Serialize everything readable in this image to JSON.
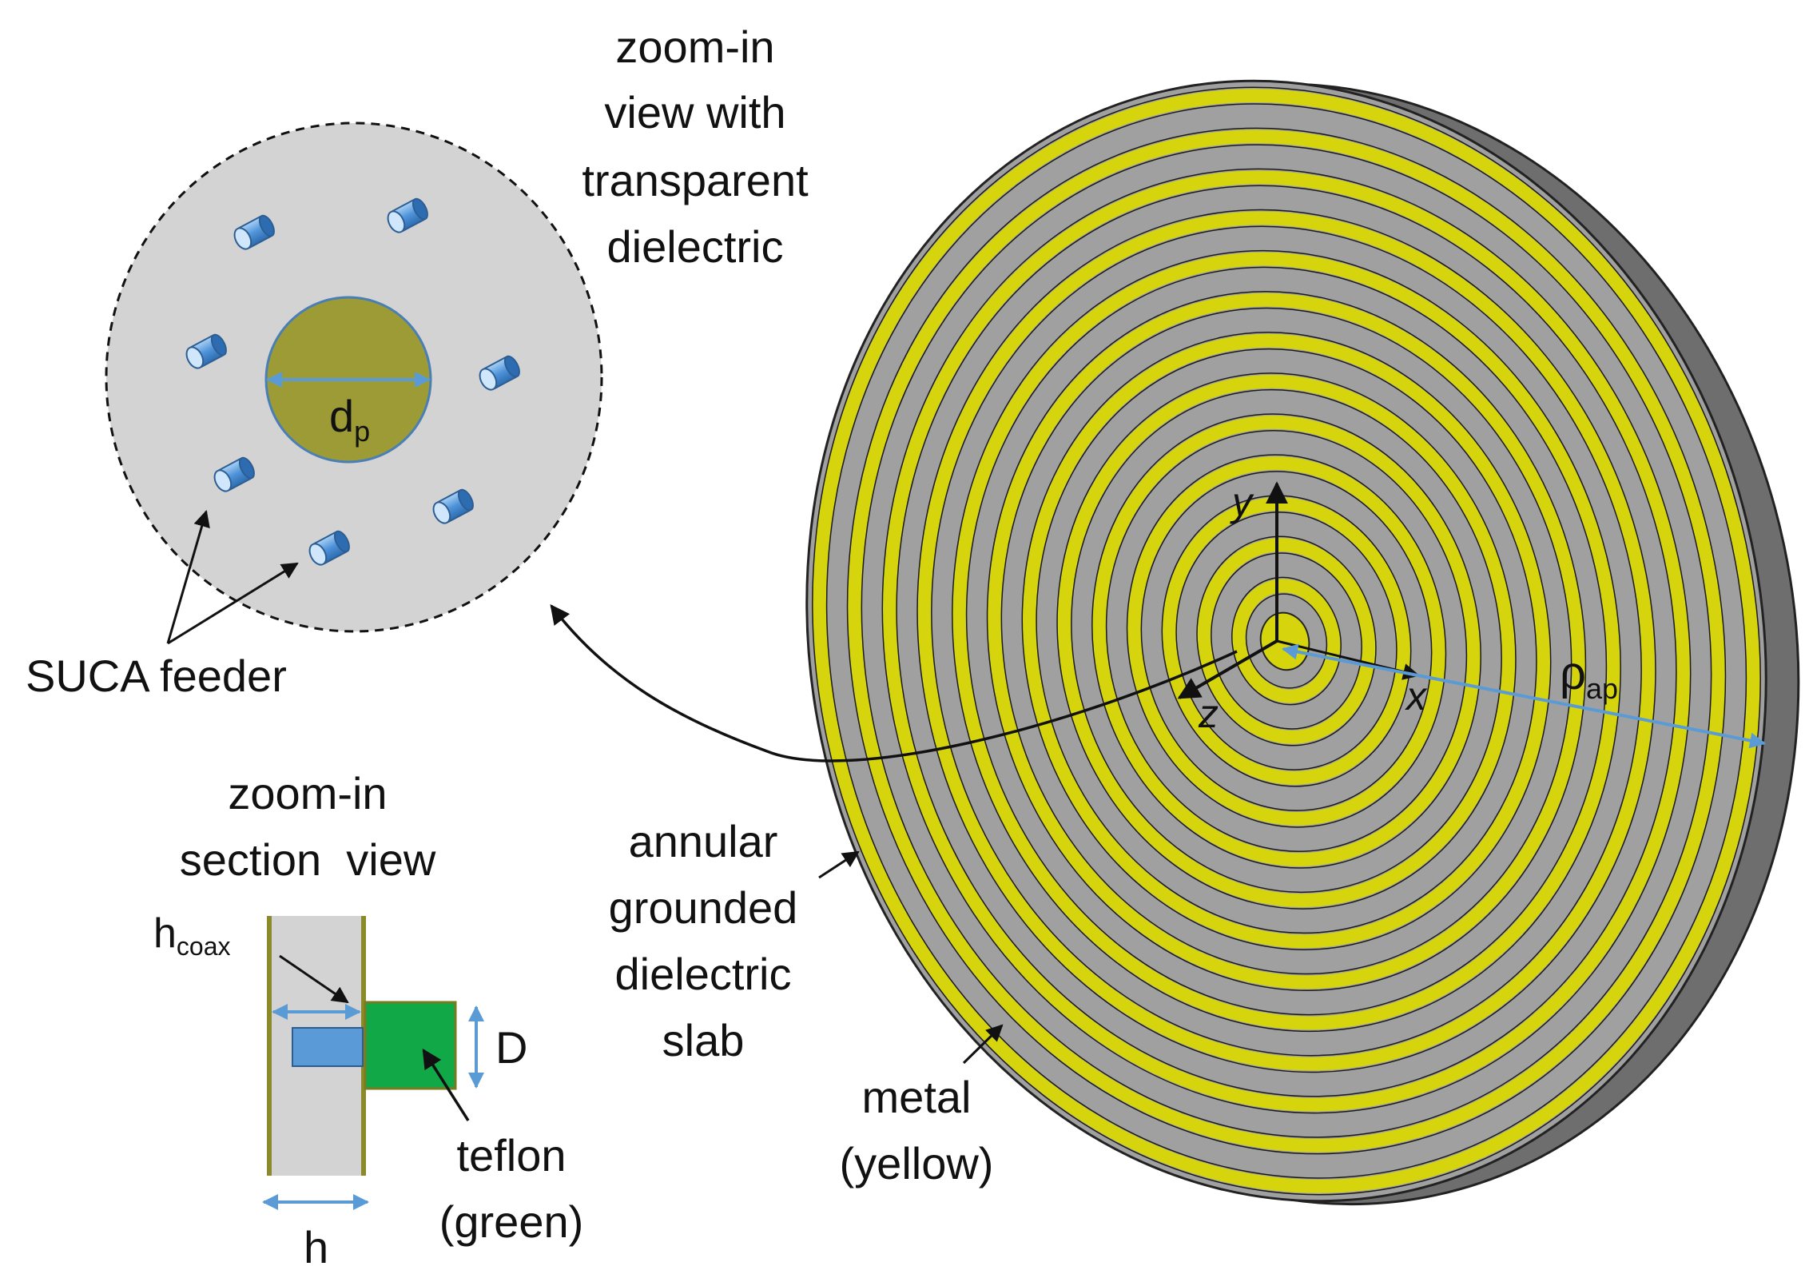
{
  "labels": {
    "zoom_top": [
      "zoom-in",
      "view with",
      "transparent",
      "dielectric"
    ],
    "dp_main": "d",
    "dp_sub": "p",
    "suca": "SUCA feeder",
    "zoom_section": [
      "zoom-in",
      "section  view"
    ],
    "hcoax_main": "h",
    "hcoax_sub": "coax",
    "D": "D",
    "h": "h",
    "teflon": [
      "teflon",
      "(green)"
    ],
    "annular": [
      "annular",
      "grounded",
      "dielectric",
      "slab"
    ],
    "metal": [
      "metal",
      "(yellow)"
    ],
    "axis_x": "x",
    "axis_y": "y",
    "axis_z": "z",
    "rho_main": "ρ",
    "rho_sub": "ap"
  },
  "colors": {
    "metal_yellow": "#d6d50d",
    "dielectric_gray": "#a0a0a0",
    "transparent_gray": "#d3d3d3",
    "probe_olive": "#9c9b36",
    "coax_blue": "#5a9ad6",
    "teflon_green": "#11a847",
    "dimension_blue": "#5b9bd5"
  },
  "disk": {
    "metal_rings": 13
  }
}
